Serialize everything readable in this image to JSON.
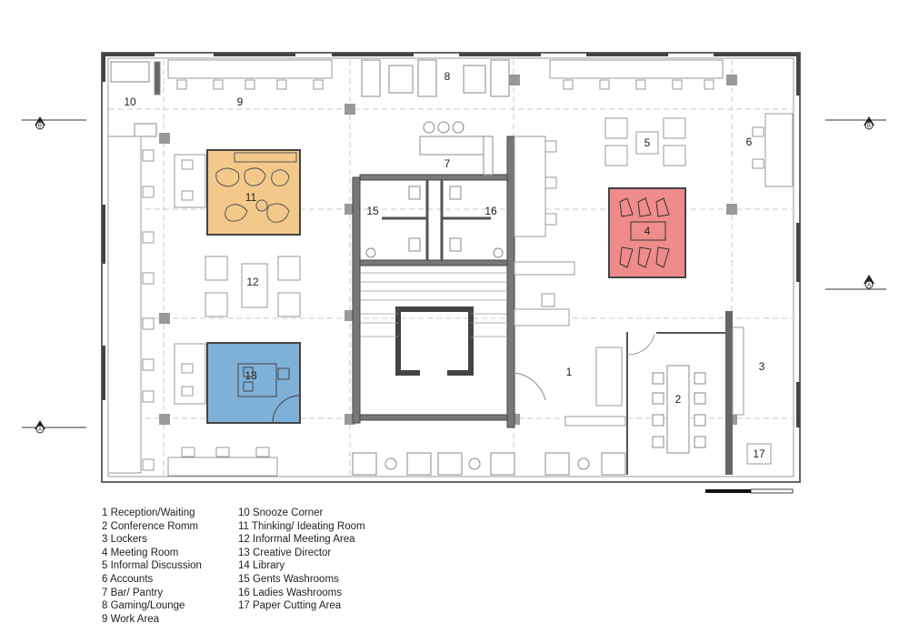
{
  "room_labels": {
    "r1": "1",
    "r2": "2",
    "r3": "3",
    "r4": "4",
    "r5": "5",
    "r6": "6",
    "r7": "7",
    "r8": "8",
    "r9": "9",
    "r10": "10",
    "r11": "11",
    "r12": "12",
    "r13": "13",
    "r15": "15",
    "r16": "16",
    "r17": "17"
  },
  "section_markers": {
    "b_left": "B",
    "b_right": "B",
    "a_right": "A",
    "a_left": "A"
  },
  "legend": [
    "1 Reception/Waiting",
    "2 Conference Romm",
    "3 Lockers",
    "4 Meeting Room",
    "5 Informal Discussion",
    "6 Accounts",
    "7 Bar/ Pantry",
    "8 Gaming/Lounge",
    "9 Work Area",
    "10 Snooze Corner",
    "11 Thinking/ Ideating Room",
    "12 Informal Meeting Area",
    "13 Creative Director",
    "14 Library",
    "15 Gents Washrooms",
    "16 Ladies Washrooms",
    "17 Paper Cutting Area"
  ],
  "colors": {
    "thinking_room": "#f2c98a",
    "creative_director": "#7fb0d8",
    "meeting_room": "#f08b8b",
    "wall": "#555555"
  }
}
